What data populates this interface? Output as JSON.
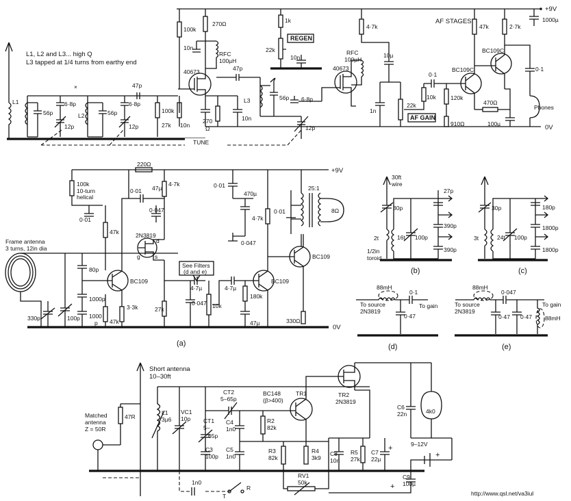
{
  "circuit1": {
    "note": [
      "L1, L2 and L3... high Q",
      "L3 tapped at 1/4 turns from earthy end"
    ],
    "labels": {
      "supply": "+9V",
      "ground": "0V",
      "af_stages": "AF STAGES",
      "regen": "REGEN",
      "af_gain": "AF GAIN",
      "tune": "TUNE",
      "phones": "Phones",
      "L1": "L1",
      "L2": "L2",
      "L3": "L3",
      "c56p_a": "56p",
      "c56p_b": "56p",
      "c56p_c": "56p",
      "c6p8_a": "6·8p",
      "c6p8_b": "6·8p",
      "c6p8_c": "6·8p",
      "c12p_a": "12p",
      "c12p_b": "12p",
      "c12p_c": "12p",
      "c47p_a": "47p",
      "c47p_b": "47p",
      "r100k_a": "100k",
      "r100k_b": "100k",
      "r27k": "27k",
      "c10n_a": "10n",
      "c10n_b": "10n",
      "c10n_c": "10n",
      "c10n_d": "10n",
      "r270": "270Ω",
      "r270_b": "270",
      "r270_b2": "Ω",
      "rfc": "RFC",
      "rfc_v": "100µH",
      "rfc2": "RFC",
      "rfc2_v": "100µH",
      "q1": "40673",
      "q2": "40673",
      "r1k": "1k",
      "r22k": "22k",
      "r4k7": "4·7k",
      "c10u": "10µ",
      "c1n": "1n",
      "c0_1a": "0·1",
      "r10k": "10k",
      "r22k_b": "22k",
      "r120k": "120k",
      "r910": "910Ω",
      "bc109c_a": "BC109C",
      "bc109c_b": "BC109C",
      "r47k": "47k",
      "r2k7": "2·7k",
      "r470": "470Ω",
      "c100u": "100µ",
      "c0_1b": "0·1",
      "c1000u": "1000µ"
    }
  },
  "circuit_a": {
    "caption": "(a)",
    "labels": {
      "supply": "+9V",
      "ground": "0V",
      "frame_antenna": [
        "Frame antenna",
        "3 turns, 12in dia"
      ],
      "r100k": "100k",
      "helical": [
        "10-turn",
        "helical"
      ],
      "c0_01a": "0·01",
      "r220": "220Ω",
      "c0_01b": "0·01",
      "c47u": "47µ",
      "r4k7": "4·7k",
      "c0_047": "0·047",
      "fet": "2N3819",
      "d": "d",
      "g": "g",
      "s": "s",
      "r47k": "47k",
      "c80p": "80p",
      "c1000p": "1000p",
      "c1000p_b": "1000",
      "c1000p_c": "p",
      "bc109a": "BC109",
      "c330p": "330p",
      "c100p": "100p",
      "r47k_b": "47k",
      "r3k3": "3·3k",
      "see_filters": [
        "See Filters",
        "(d and e)"
      ],
      "c4u7a": "4·7µ",
      "r27k": "27k",
      "c0_047b": "0·047",
      "r10k": "10k",
      "c4u7b": "4·7µ",
      "bc109b": "BC109",
      "r180k": "180k",
      "c0_01c": "0·01",
      "c470u": "470µ",
      "r4k7b": "4·7k",
      "c0_047c": "0·047",
      "c0_01d": "0·01",
      "ratio": "25:1",
      "r8": "8Ω",
      "bc109c": "BC109",
      "c47u_b": "47µ",
      "r330": "330Ω"
    }
  },
  "circuit_b": {
    "caption": "(b)",
    "labels": {
      "wire": [
        "30ft",
        "wire"
      ],
      "c30p": "30p",
      "turns2": "2t",
      "turns16": "16t",
      "c100p": "100p",
      "toroid": [
        "1/2in",
        "toroid"
      ],
      "c27p": "27p",
      "c390p_a": "390p",
      "c390p_b": "390p"
    }
  },
  "circuit_c": {
    "caption": "(c)",
    "labels": {
      "c30p": "30p",
      "turns3": "3t",
      "turns24": "24t",
      "c100p": "100p",
      "c180p": "180p",
      "c1800p_a": "1800p",
      "c1800p_b": "1800p"
    }
  },
  "circuit_d": {
    "caption": "(d)",
    "labels": {
      "l88": "88mH",
      "to_source": [
        "To source",
        "2N3819"
      ],
      "c0_1": "0·1",
      "to_gain": "To gain",
      "c0_47": "0·47"
    }
  },
  "circuit_e": {
    "caption": "(e)",
    "labels": {
      "l88": "88mH",
      "c0_047": "0·047",
      "to_source": [
        "To source",
        "2N3819"
      ],
      "to_gain": "To gain",
      "c0_47a": "0·47",
      "c0_47b": "0·47",
      "l88b": "88mH"
    }
  },
  "circuit3": {
    "labels": {
      "short_antenna": [
        "Short antenna",
        "10–30ft"
      ],
      "matched": [
        "Matched",
        "antenna",
        "Z = 50R"
      ],
      "r47": "47R",
      "l1": [
        "L1",
        "3µ6"
      ],
      "vc1": [
        "VC1",
        "10p"
      ],
      "ct1": [
        "CT1",
        "5–",
        "65p"
      ],
      "ct2": [
        "CT2",
        "5–65p"
      ],
      "c3": [
        "C3",
        "100p"
      ],
      "c4": [
        "C4",
        "1n0"
      ],
      "c5": [
        "C5",
        "1n0"
      ],
      "r2": [
        "R2",
        "82k"
      ],
      "r3": [
        "R3",
        "82k"
      ],
      "r4": [
        "R4",
        "3k9"
      ],
      "bc148": [
        "BC148",
        "(β>400)"
      ],
      "tr1": "TR1",
      "tr2": [
        "TR2",
        "2N3819"
      ],
      "rv1": [
        "RV1",
        "50k"
      ],
      "c8": [
        "C8",
        "10n"
      ],
      "r5": [
        "R5",
        "27k"
      ],
      "c7": [
        "C7",
        "22µ"
      ],
      "c6": [
        "C6",
        "22n"
      ],
      "r4k0": "4k0",
      "supply": "9–12V",
      "c9": [
        "C9",
        "100µ"
      ],
      "c1n0": "1n0",
      "t": "T",
      "r": "R",
      "plus": "+"
    }
  },
  "footer": {
    "url": "http://www.qsl.net/va3iul"
  }
}
